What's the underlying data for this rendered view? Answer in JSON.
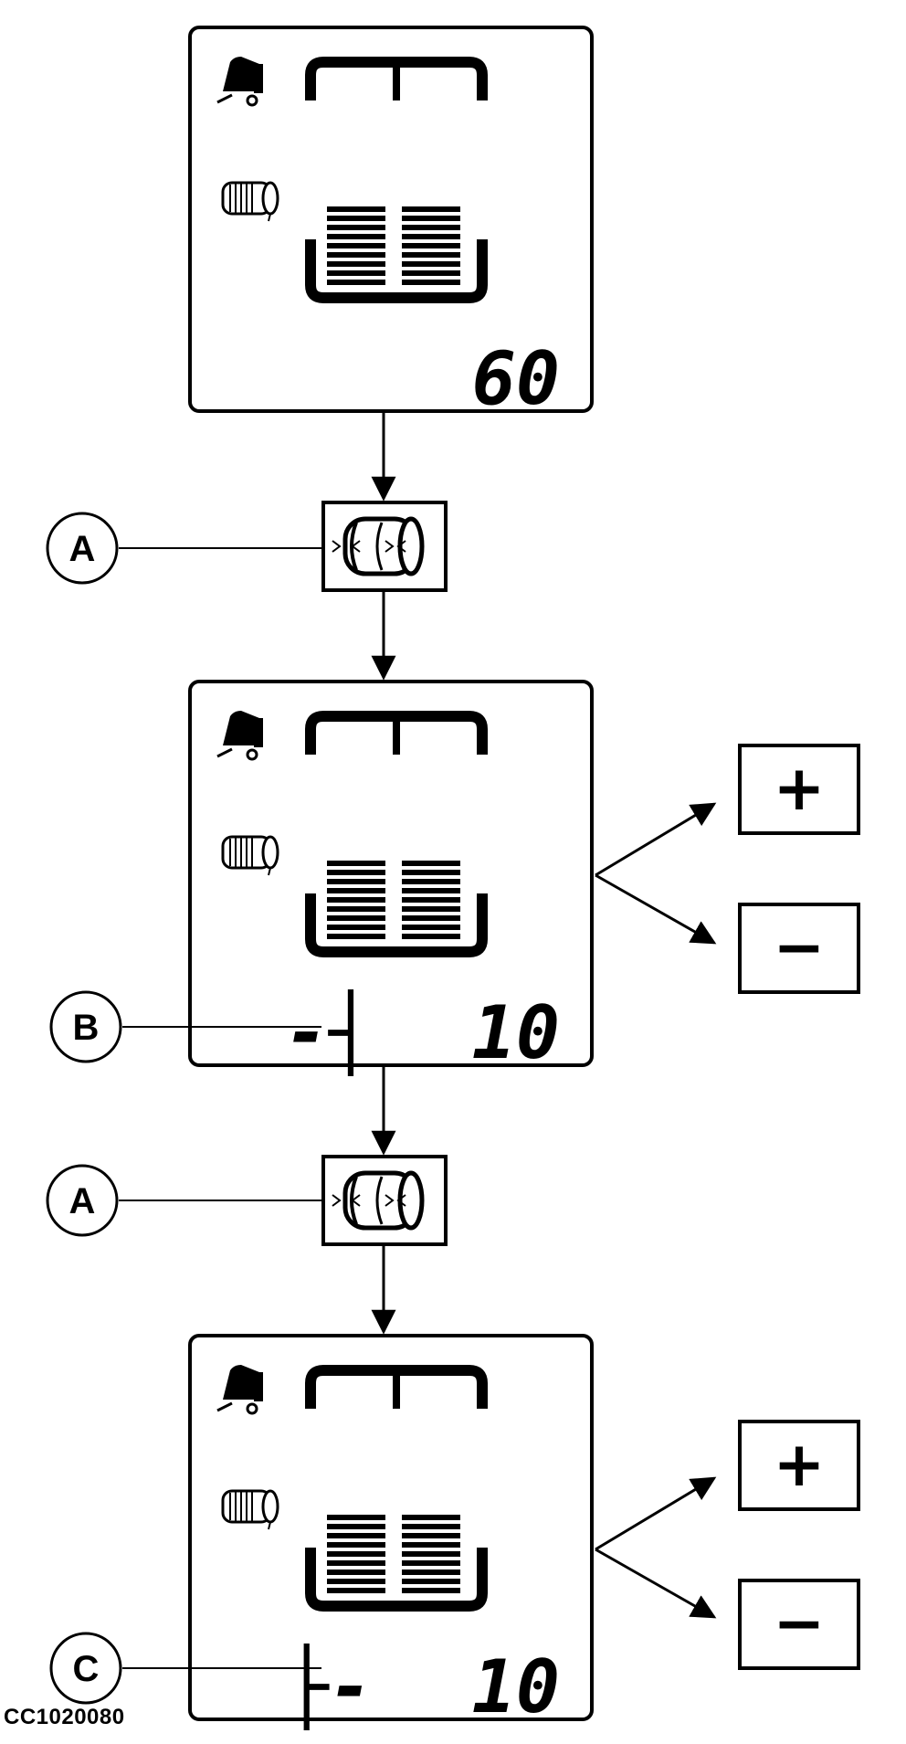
{
  "screens": [
    {
      "readout_left": "",
      "readout_right": "60"
    },
    {
      "readout_left": "-┤",
      "readout_right": "10"
    },
    {
      "readout_left": "├-",
      "readout_right": "10"
    }
  ],
  "callouts": [
    "A",
    "B",
    "A",
    "C"
  ],
  "buttons": {
    "plus": "+",
    "minus": "−"
  },
  "figure_code": "CC1020080",
  "icons": [
    "baler-icon",
    "bale-icon",
    "bale-button-icon",
    "bale-chamber-icon",
    "arrow-icon"
  ]
}
